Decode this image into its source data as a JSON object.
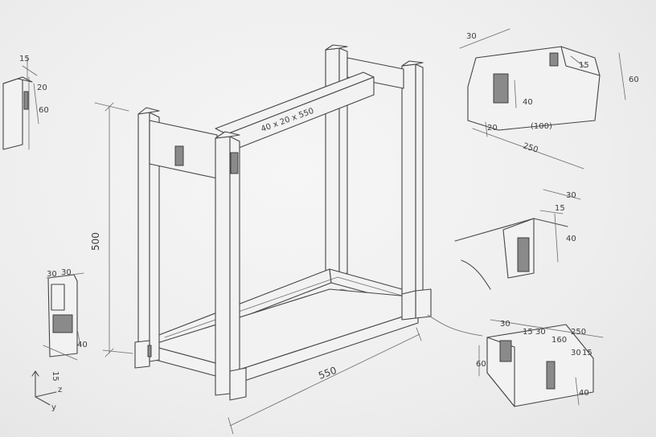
{
  "main_frame": {
    "height": "500",
    "length": "550",
    "beam_spec": "40 x 20 x 550"
  },
  "detail_top_left": {
    "d1": "15",
    "d2": "20",
    "d3": "60"
  },
  "detail_mid_left": {
    "d1": "30",
    "d2": "30",
    "d3": "40",
    "d4": "15"
  },
  "axis_indicator": {
    "z": "z",
    "y": "y"
  },
  "detail_top_right": {
    "d1": "30",
    "d2": "15",
    "d3": "60",
    "d4": "40",
    "d5": "20",
    "d6": "(100)",
    "d7": "250"
  },
  "detail_mid_right": {
    "d1": "30",
    "d2": "15",
    "d3": "40"
  },
  "detail_bottom_right": {
    "d1": "30",
    "d2": "15",
    "d3": "30",
    "d4": "160",
    "d5": "250",
    "d6": "30",
    "d7": "15",
    "d8": "60",
    "d9": "40"
  }
}
